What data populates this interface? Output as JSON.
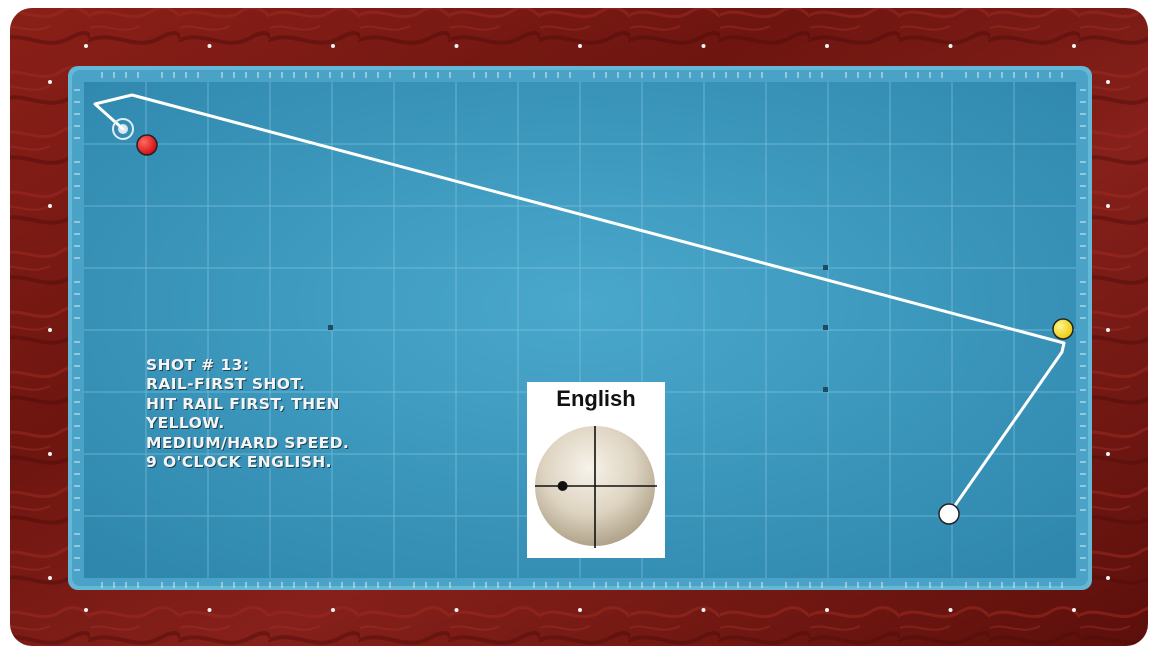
{
  "shot": {
    "lines": [
      "SHOT # 13:",
      "RAIL-FIRST SHOT.",
      "HIT RAIL FIRST, THEN",
      "YELLOW.",
      "MEDIUM/HARD SPEED.",
      "9 O'CLOCK ENGLISH."
    ]
  },
  "english": {
    "title": "English",
    "clock_position": "9 o'clock",
    "tip_offset": 0.27
  },
  "balls": [
    {
      "name": "red-ball",
      "color": "#e8111a"
    },
    {
      "name": "yellow-ball",
      "color": "#f5dc1a"
    },
    {
      "name": "white-cue-ball",
      "color": "#ffffff"
    }
  ],
  "colors": {
    "cloth": "#3f99c0",
    "rail_wood": "#7a1a14",
    "cushion": "#63b8d8",
    "path": "#ffffff"
  }
}
